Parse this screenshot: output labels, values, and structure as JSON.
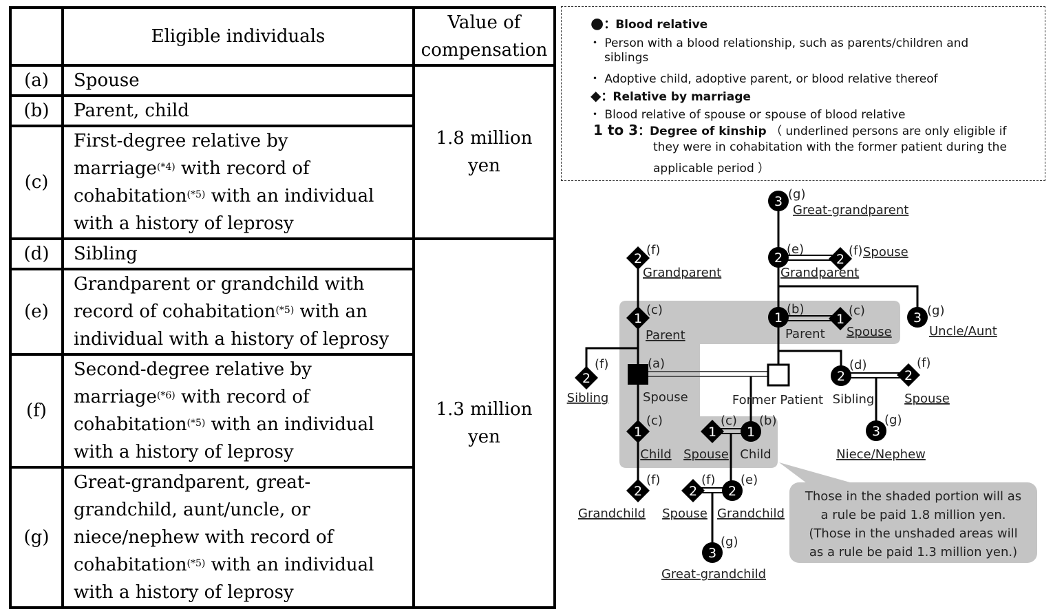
{
  "table": {
    "headers": [
      "",
      "Eligible individuals",
      "Value of compensation"
    ],
    "header_value_lines": [
      "Value of",
      "compensation"
    ],
    "rows": [
      {
        "id": "(a)",
        "lines": [
          {
            "t": "Spouse"
          }
        ]
      },
      {
        "id": "(b)",
        "lines": [
          {
            "t": "Parent, child"
          }
        ]
      },
      {
        "id": "(c)",
        "lines": [
          {
            "t": "First-degree relative by"
          },
          {
            "t": "marriage",
            "sup": "(*4)",
            "after": " with record of"
          },
          {
            "t": "cohabitation",
            "sup": "(*5)",
            "after": " with an individual"
          },
          {
            "t": "with a history of leprosy"
          }
        ]
      },
      {
        "id": "(d)",
        "lines": [
          {
            "t": "Sibling"
          }
        ]
      },
      {
        "id": "(e)",
        "lines": [
          {
            "t": "Grandparent or grandchild with"
          },
          {
            "t": "record of cohabitation",
            "sup": "(*5)",
            "after": " with an"
          },
          {
            "t": "individual with a history of leprosy"
          }
        ]
      },
      {
        "id": "(f)",
        "lines": [
          {
            "t": "Second-degree relative by"
          },
          {
            "t": "marriage",
            "sup": "(*6)",
            "after": " with record of"
          },
          {
            "t": "cohabitation",
            "sup": "(*5)",
            "after": " with an individual"
          },
          {
            "t": "with a history of leprosy"
          }
        ]
      },
      {
        "id": "(g)",
        "lines": [
          {
            "t": "Great-grandparent, great-"
          },
          {
            "t": "grandchild, aunt/uncle, or"
          },
          {
            "t": "niece/nephew with record of"
          },
          {
            "t": "cohabitation",
            "sup": "(*5)",
            "after": " with an individual"
          },
          {
            "t": "with a history of leprosy"
          }
        ]
      }
    ],
    "values": [
      {
        "lines": [
          "1.8 million",
          "yen"
        ],
        "rows": [
          "(a)",
          "(b)",
          "(c)"
        ]
      },
      {
        "lines": [
          "1.3 million",
          "yen"
        ],
        "rows": [
          "(d)",
          "(e)",
          "(f)",
          "(g)"
        ]
      }
    ]
  },
  "legend": {
    "blood_symbol": "●",
    "blood_title": "：Blood relative",
    "blood_items": [
      "Person with a blood relationship, such as parents/children and",
      "siblings",
      "Adoptive child, adoptive parent, or blood relative thereof"
    ],
    "marriage_symbol": "◆",
    "marriage_title": "：Relative by marriage",
    "marriage_items": [
      "Blood relative of spouse or spouse of blood relative"
    ],
    "degree_range": "1 to 3",
    "degree_title": "：Degree of kinship",
    "degree_note": [
      "（ underlined persons are only eligible if",
      "they were in cohabitation with the former patient during the",
      "applicable period ）"
    ],
    "bullet": "・"
  },
  "diagram": {
    "colors": {
      "shade": "#c6c6c6",
      "node": "#000000",
      "callout": "#c4c4c4"
    },
    "nodes": {
      "great_grandparent": {
        "degree": "3",
        "tag": "(g)",
        "label": "Great-grandparent"
      },
      "grandparent_blood": {
        "degree": "2",
        "tag": "(e)",
        "label": "Grandparent"
      },
      "grandparent_spouse": {
        "degree": "2",
        "tag": "(f)",
        "label": "Spouse"
      },
      "spouse_grandparent": {
        "degree": "2",
        "tag": "(f)",
        "label": "Grandparent"
      },
      "spouse_parent": {
        "degree": "1",
        "tag": "(c)",
        "label": "Parent"
      },
      "parent_blood": {
        "degree": "1",
        "tag": "(b)",
        "label": "Parent"
      },
      "parent_spouse": {
        "degree": "1",
        "tag": "(c)",
        "label": "Spouse"
      },
      "uncle_aunt": {
        "degree": "3",
        "tag": "(g)",
        "label": "Uncle/Aunt"
      },
      "spouse_sibling": {
        "degree": "2",
        "tag": "(f)",
        "label": "Sibling"
      },
      "spouse": {
        "tag": "(a)",
        "label": "Spouse"
      },
      "former_patient": {
        "label": "Former Patient"
      },
      "sibling": {
        "degree": "2",
        "tag": "(d)",
        "label": "Sibling"
      },
      "sibling_spouse": {
        "degree": "2",
        "tag": "(f)",
        "label": "Spouse"
      },
      "niece_nephew": {
        "degree": "3",
        "tag": "(g)",
        "label": "Niece/Nephew"
      },
      "spouse_child": {
        "degree": "1",
        "tag": "(c)",
        "label": "Child"
      },
      "child_spouse": {
        "degree": "1",
        "tag": "(c)",
        "label": "Spouse"
      },
      "child": {
        "degree": "1",
        "tag": "(b)",
        "label": "Child"
      },
      "spouse_grandchild": {
        "degree": "2",
        "tag": "(f)",
        "label": "Grandchild"
      },
      "grandchild_spouse": {
        "degree": "2",
        "tag": "(f)",
        "label": "Spouse"
      },
      "grandchild": {
        "degree": "2",
        "tag": "(e)",
        "label": "Grandchild"
      },
      "great_grandchild": {
        "degree": "3",
        "tag": "(g)",
        "label": "Great-grandchild"
      }
    },
    "callout": [
      "Those in the shaded portion will as",
      "a rule be paid 1.8 million yen.",
      "(Those in the unshaded areas will",
      "as a rule be paid 1.3 million yen.)"
    ]
  }
}
